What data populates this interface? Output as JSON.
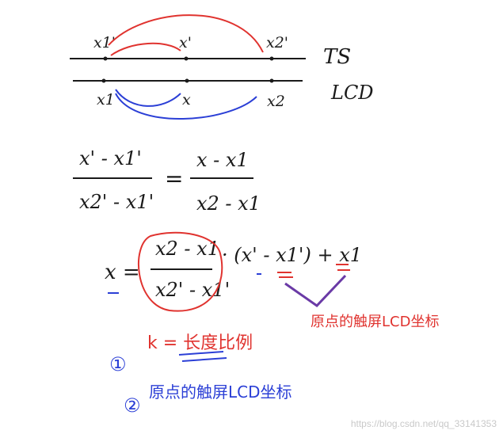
{
  "axes": {
    "top_label": "TS",
    "bottom_label": "LCD",
    "top_points": [
      "x1'",
      "x'",
      "x2'"
    ],
    "bottom_points": [
      "x1",
      "x",
      "x2"
    ]
  },
  "equation1": {
    "lhs_num": "x' - x1'",
    "lhs_den": "x2' - x1'",
    "equals": "=",
    "rhs_num": "x - x1",
    "rhs_den": "x2 - x1"
  },
  "equation2": {
    "lhs": "x =",
    "frac_num": "x2 - x1",
    "frac_den": "x2' - x1'",
    "rest": "· (x' - x1') + x1"
  },
  "notes": {
    "note1_marker": "①",
    "note1_text": "k = 长度比例",
    "note2_marker": "②",
    "note2_text": "原点的触屏LCD坐标",
    "red_note": "原点的触屏LCD坐标"
  },
  "watermark": "https://blog.csdn.net/qq_33141353",
  "colors": {
    "ink": "#1a1a1a",
    "red": "#e0332f",
    "blue": "#2b3fd6",
    "purple": "#6a3aa6"
  }
}
